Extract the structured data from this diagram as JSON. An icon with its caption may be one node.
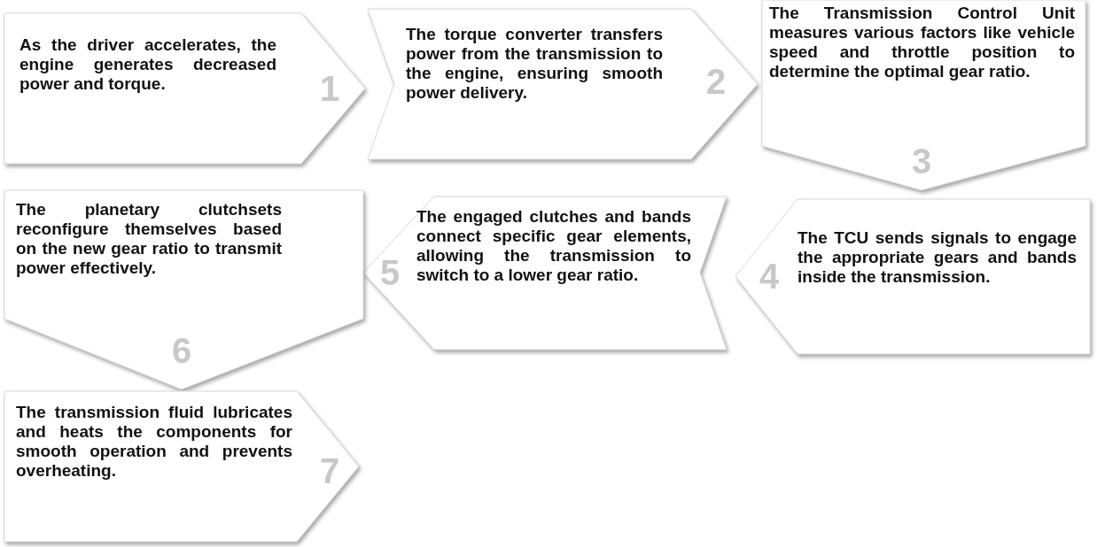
{
  "diagram": {
    "nodes": [
      {
        "text": [
          "As the driver accelerates, the engine generates decreased power and torque.",
          "1"
        ]
      },
      {
        "text": [
          "The torque converter transfers power from the transmission to the engine, ensuring smooth power delivery.",
          "2"
        ]
      },
      {
        "text": [
          "The Transmission Control Unit measures various factors like vehicle speed and throttle position to determine the optimal gear ratio.",
          "3"
        ]
      },
      {
        "text": [
          "4",
          "The TCU sends signals to engage the appropriate gears and bands inside the transmission."
        ]
      },
      {
        "text": [
          "5",
          "The engaged clutches and bands connect specific gear elements, allowing the transmission to switch to a lower gear ratio."
        ]
      },
      {
        "text": [
          "The planetary clutchsets reconfigure themselves based on the new gear ratio to transmit power effectively.",
          "6"
        ]
      },
      {
        "text": [
          "The transmission fluid lubricates and heats the components for smooth operation and prevents overheating.",
          "7"
        ]
      }
    ]
  }
}
